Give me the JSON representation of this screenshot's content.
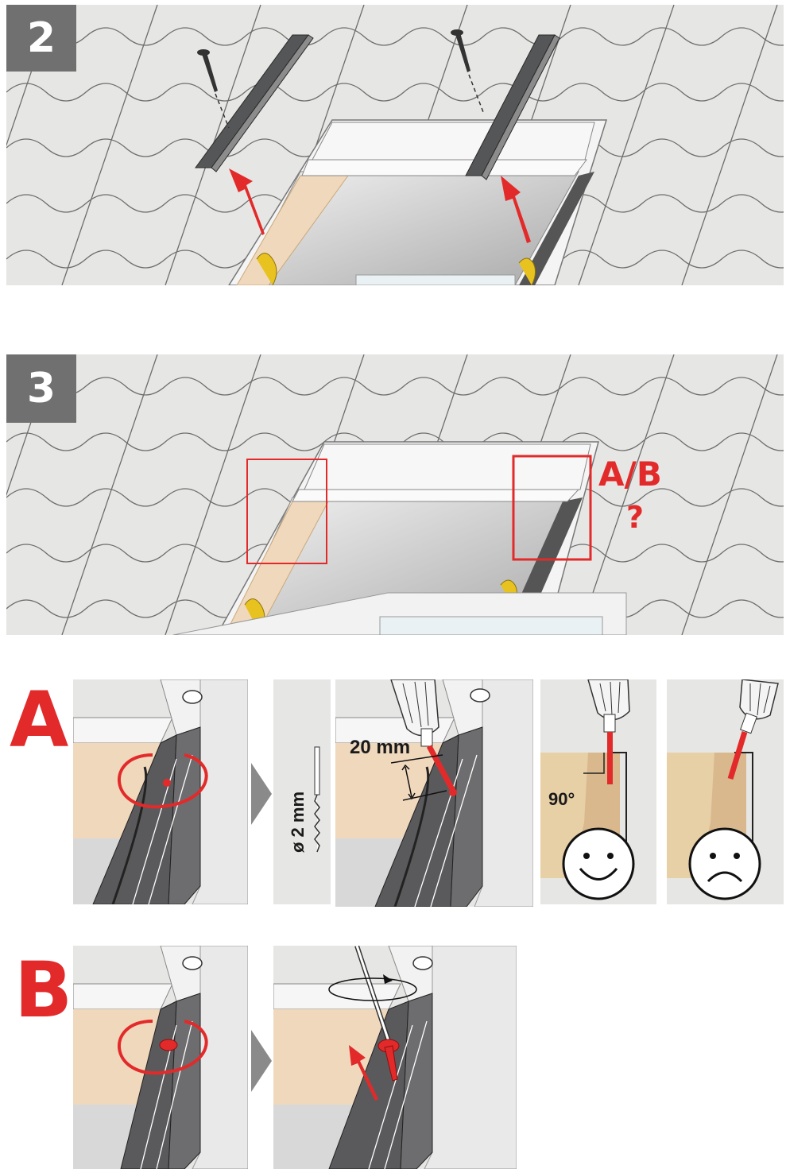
{
  "steps": {
    "step2": {
      "number": "2"
    },
    "step3": {
      "number": "3",
      "callout": "A/B",
      "question": "?"
    }
  },
  "options": {
    "a": {
      "letter": "A",
      "drill_diameter": "ø 2 mm",
      "depth": "20 mm",
      "angle": "90°"
    },
    "b": {
      "letter": "B"
    }
  },
  "colors": {
    "accent_red": "#e32a2a",
    "badge_grey": "#707070",
    "roof_bg": "#e6e6e4",
    "profile_dark": "#5a5a5c",
    "wood": "#f0d8bd"
  },
  "icons": {
    "good": "smiley-face-icon",
    "bad": "frowning-face-icon"
  }
}
